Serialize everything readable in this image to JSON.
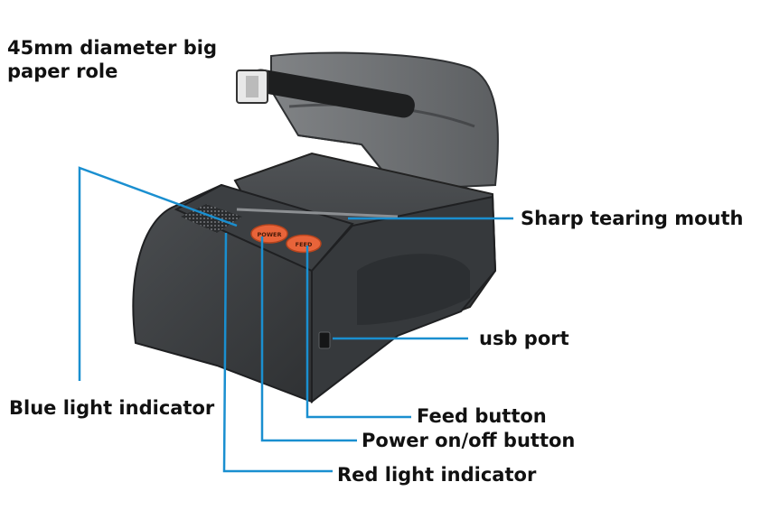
{
  "labels": {
    "paper_roll_line1": "45mm diameter big",
    "paper_roll_line2": "paper role",
    "tearing_mouth": "Sharp tearing mouth",
    "usb_port": "usb port",
    "blue_light": "Blue light indicator",
    "feed_button": "Feed button",
    "power_button": "Power on/off button",
    "red_light": "Red light indicator"
  },
  "device_buttons": {
    "power": "POWER",
    "feed": "FEED"
  },
  "colors": {
    "leader_line": "#1a8fd0",
    "body": "#3a3d40",
    "lid": "#56595c",
    "button": "#e8643a"
  }
}
